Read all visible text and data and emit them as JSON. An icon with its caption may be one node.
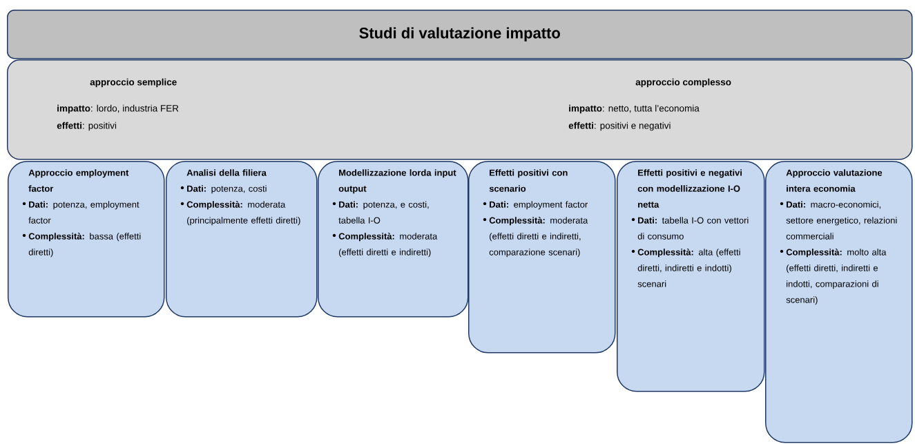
{
  "diagram": {
    "nodes": [
      {
        "text": [
          "Studi di valutazione impatto"
        ]
      },
      {
        "text": [
          "approccio semplice",
          "**impatto**: lordo, industria FER",
          "**effetti**: positivi",
          "approccio complesso",
          "**impatto**: netto, tutta l’economia",
          "**effetti**: positivi e negativi"
        ]
      },
      {
        "text": [
          "Approccio employment factor",
          "**Dati:** potenza, employment factor",
          "**Complessità:** bassa (effetti diretti)"
        ]
      },
      {
        "text": [
          "Analisi della filiera",
          "**Dati:** potenza, costi",
          "**Complessità:** moderata (principalmente effetti diretti)"
        ]
      },
      {
        "text": [
          "Modellizzazione lorda input output",
          "**Dati:** potenza, e costi, tabella I-O",
          "**Complessità:** moderata (effetti diretti e indiretti)"
        ]
      },
      {
        "text": [
          "Effetti positivi con scenario",
          "**Dati:** employment factor",
          "**Complessità:** moderata (effetti diretti e indiretti, comparazione scenari)"
        ]
      },
      {
        "text": [
          "Effetti positivi e negativi con modellizzazione I-O netta",
          "**Dati:** tabella I-O con vettori di consumo",
          "**Complessità:** alta (effetti diretti, indiretti e indotti) scenari"
        ]
      },
      {
        "text": [
          "Approccio valutazione intera economia",
          "**Dati:** macro-economici, settore energetico, relazioni commerciali",
          "**Complessità:** molto alta (effetti diretti, indiretti e indotti, comparazioni di scenari)"
        ]
      }
    ]
  }
}
